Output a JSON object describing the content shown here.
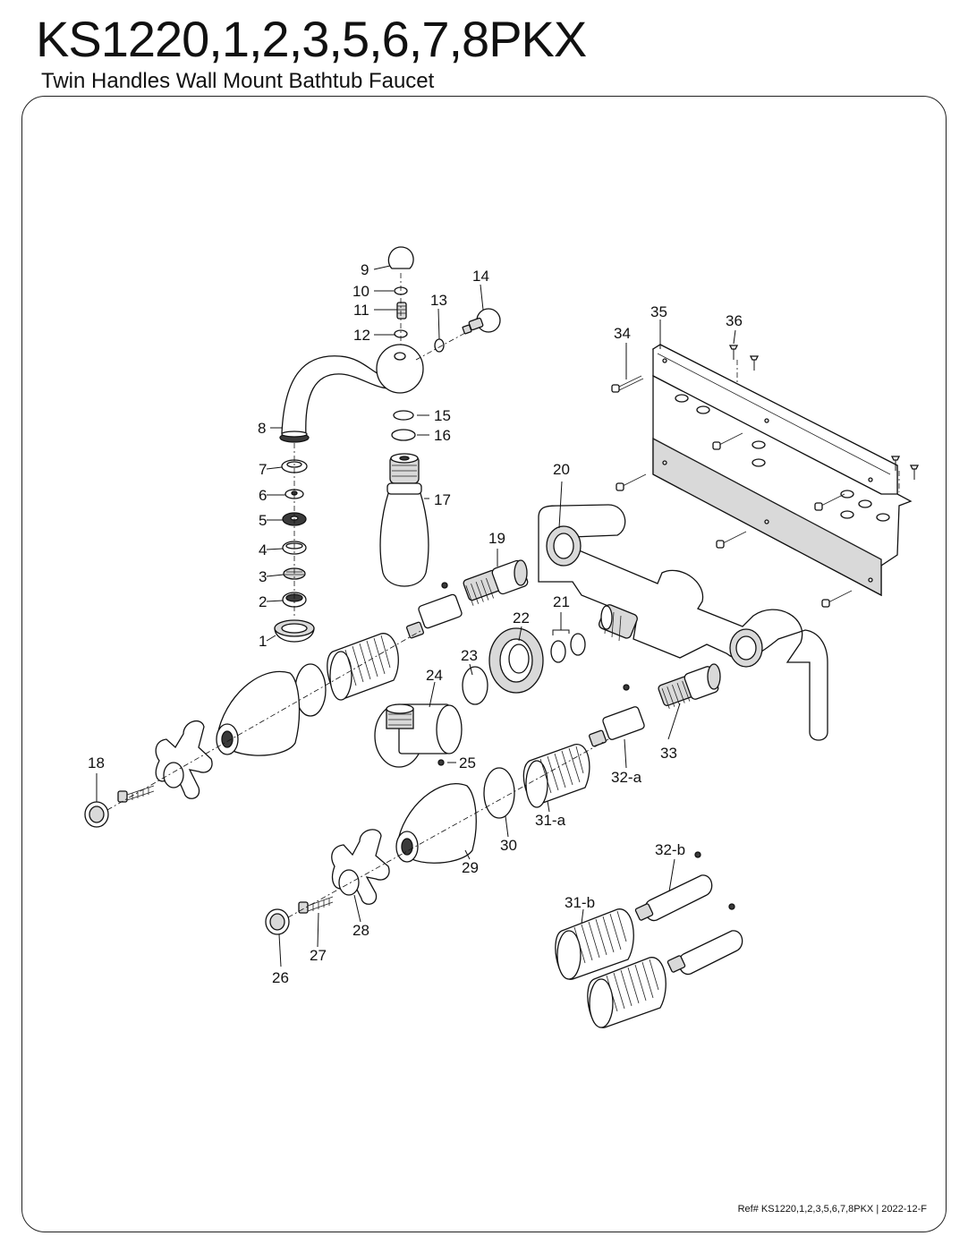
{
  "header": {
    "model": "KS1220,1,2,3,5,6,7,8PKX",
    "description": "Twin Handles Wall Mount Bathtub Faucet"
  },
  "footer": {
    "reference": "Ref# KS1220,1,2,3,5,6,7,8PKX | 2022-12-F"
  },
  "part_labels": [
    "1",
    "2",
    "3",
    "4",
    "5",
    "6",
    "7",
    "8",
    "9",
    "10",
    "11",
    "12",
    "13",
    "14",
    "15",
    "16",
    "17",
    "18",
    "19",
    "20",
    "21",
    "22",
    "23",
    "24",
    "25",
    "26",
    "27",
    "28",
    "29",
    "30",
    "31-a",
    "31-b",
    "32-a",
    "32-b",
    "33",
    "34",
    "35",
    "36"
  ]
}
